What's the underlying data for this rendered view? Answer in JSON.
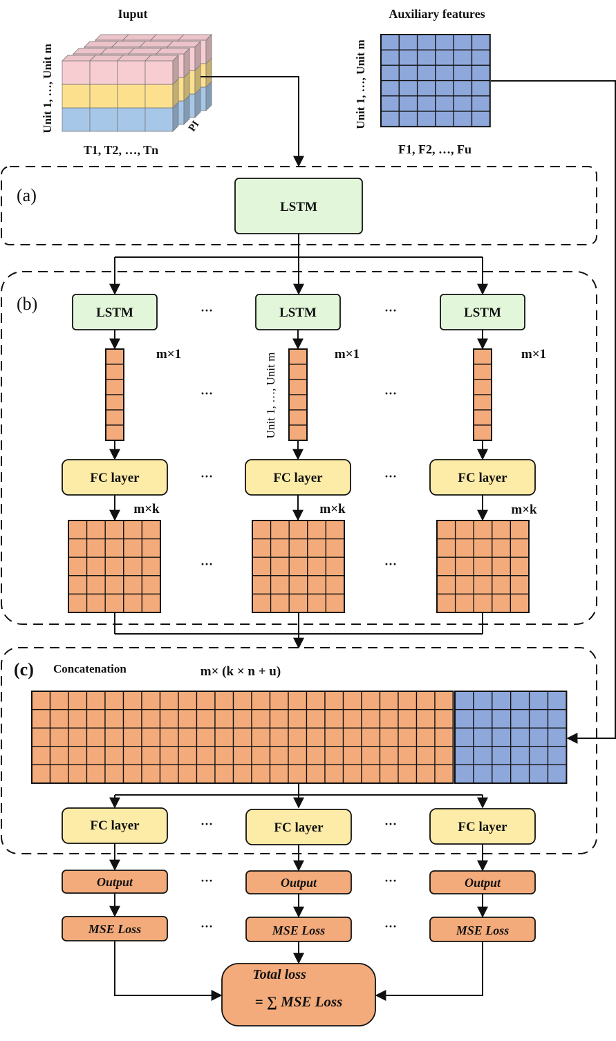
{
  "input": {
    "title": "Iuput",
    "y_label": "Unit 1, …, Unit m",
    "x_label": "T1, T2, …, Tn",
    "depth_label": "PI"
  },
  "auxiliary": {
    "title": "Auxiliary features",
    "y_label": "Unit 1, …, Unit m",
    "x_label": "F1, F2, …, Fu"
  },
  "section_a": {
    "label": "(a)",
    "lstm_label": "LSTM"
  },
  "section_b": {
    "label": "(b)",
    "lstm_label": "LSTM",
    "vector_label": "m×1",
    "unit_label": "Unit 1, …, Unit m",
    "fc_label": "FC layer",
    "matrix_label": "m×k",
    "ellipsis": "···"
  },
  "section_c": {
    "label": "(c)",
    "concat_label": "Concatenation",
    "dim_label": "m× (k × n + u)",
    "fc_label": "FC layer"
  },
  "heads": {
    "output_label": "Output",
    "loss_label": "MSE Loss"
  },
  "total": {
    "line1": "Total loss",
    "line2": "= ∑ MSE Loss"
  },
  "colors": {
    "lstm_fill": "#e2f6da",
    "fc_fill": "#fdeca7",
    "orange": "#f4ab7b",
    "blue": "#8fa8dc",
    "pink": "#f7cdd2",
    "yellow": "#fce08e",
    "light_blue": "#a7c7e8"
  }
}
